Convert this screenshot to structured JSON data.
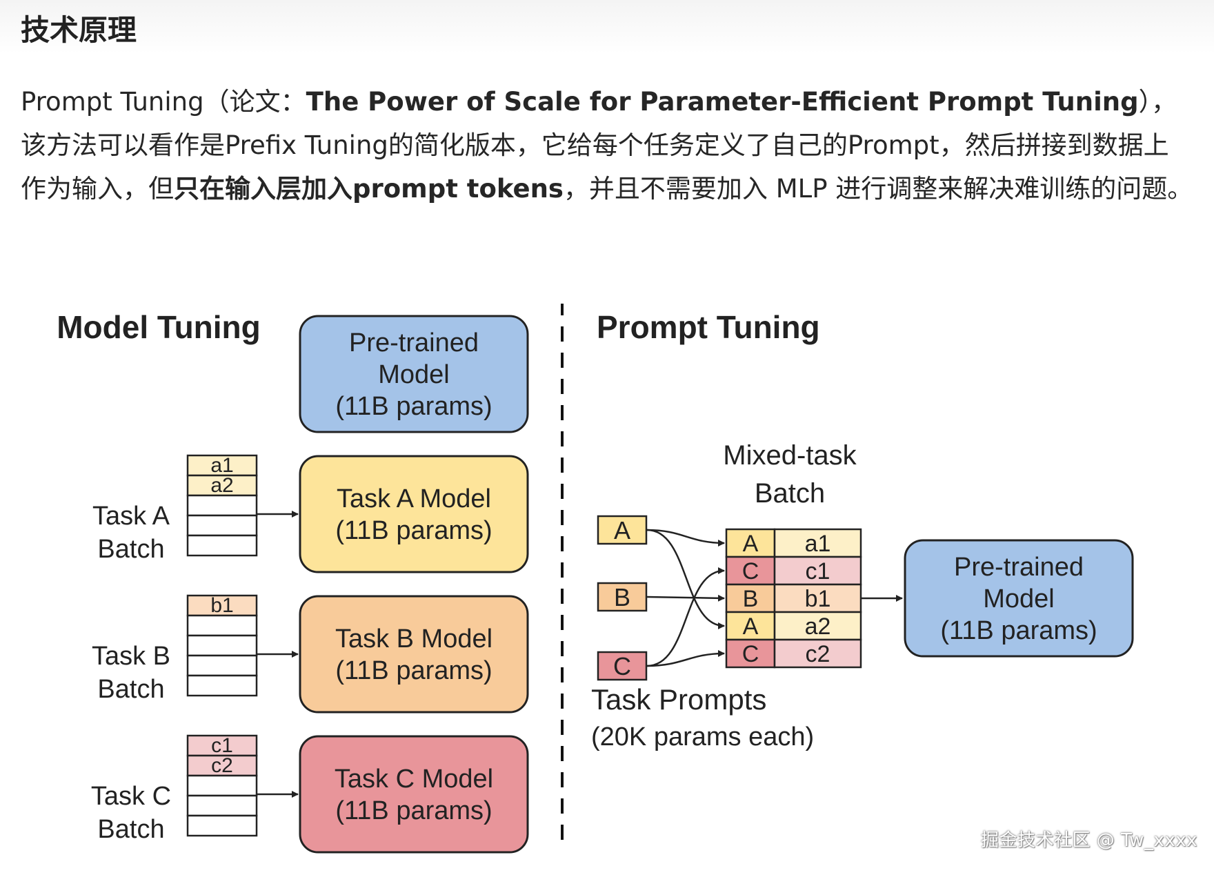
{
  "heading": "技术原理",
  "paragraph": {
    "p1": "Prompt Tuning（论文：",
    "paper_title": "The Power of Scale for Parameter-Efficient Prompt Tuning",
    "p2": "），该方法可以看作是Prefix Tuning的简化版本，它给每个任务定义了自己的Prompt，然后拼接到数据上作为输入，但",
    "emphasis": "只在输入层加入prompt tokens",
    "p3": "，并且不需要加入 MLP 进行调整来解决难训练的问题。"
  },
  "figure": {
    "left_title": "Model Tuning",
    "right_title": "Prompt Tuning",
    "pretrained": {
      "line1": "Pre-trained",
      "line2": "Model",
      "line3": "(11B params)"
    },
    "tasks": [
      {
        "label_line1": "Task A",
        "label_line2": "Batch",
        "cells": [
          "a1",
          "a2",
          "",
          "",
          ""
        ],
        "model_line1": "Task A Model",
        "model_line2": "(11B params)"
      },
      {
        "label_line1": "Task B",
        "label_line2": "Batch",
        "cells": [
          "b1",
          "",
          "",
          "",
          ""
        ],
        "model_line1": "Task B Model",
        "model_line2": "(11B params)"
      },
      {
        "label_line1": "Task C",
        "label_line2": "Batch",
        "cells": [
          "c1",
          "c2",
          "",
          "",
          ""
        ],
        "model_line1": "Task C Model",
        "model_line2": "(11B params)"
      }
    ],
    "mixed_batch_title_line1": "Mixed-task",
    "mixed_batch_title_line2": "Batch",
    "prompts": [
      "A",
      "B",
      "C"
    ],
    "mixed_rows": [
      {
        "prompt": "A",
        "value": "a1"
      },
      {
        "prompt": "C",
        "value": "c1"
      },
      {
        "prompt": "B",
        "value": "b1"
      },
      {
        "prompt": "A",
        "value": "a2"
      },
      {
        "prompt": "C",
        "value": "c2"
      }
    ],
    "task_prompts_line1": "Task Prompts",
    "task_prompts_line2": "(20K params each)",
    "colors": {
      "pretrained_fill": "#a4c3e8",
      "task_a_fill": "#fde49a",
      "task_b_fill": "#f8cb9a",
      "task_c_fill": "#e8959a",
      "cell_a": "#fdf0c8",
      "cell_b": "#fbdcc0",
      "cell_c": "#f3ccce",
      "prompt_a": "#fde49a",
      "prompt_b": "#f8cb9a",
      "prompt_c": "#e8959a",
      "stroke": "#222222"
    }
  },
  "watermark": "掘金技术社区 @ Tw_xxxx"
}
